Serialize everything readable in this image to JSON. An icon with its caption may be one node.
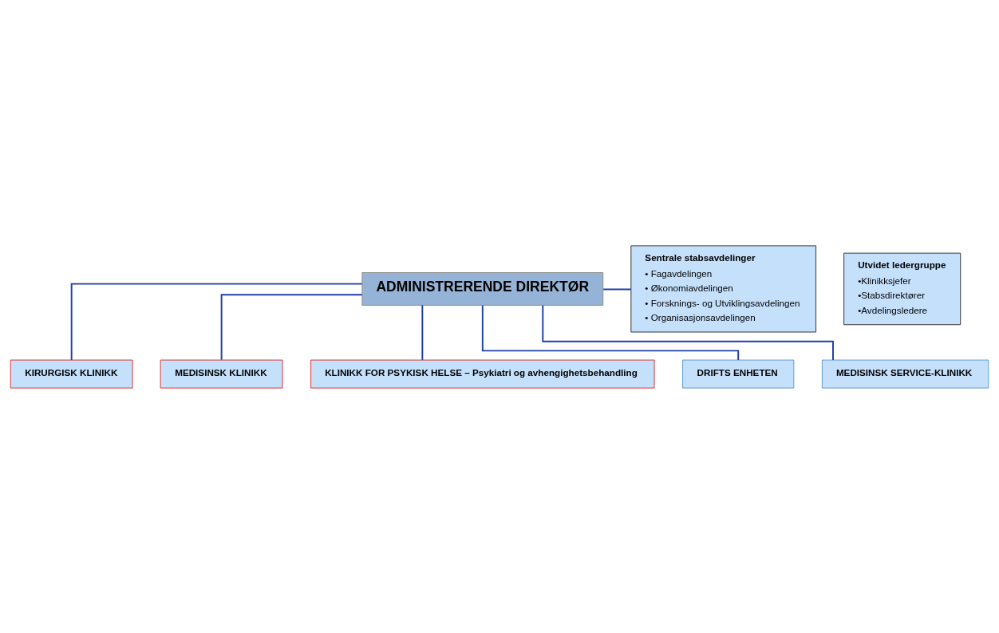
{
  "diagram": {
    "nodes": [
      {
        "text": [
          "ADMINISTRERENDE DIREKTØR"
        ]
      },
      {
        "text": [
          "Utvidet ledergruppe",
          "•Klinikksjefer",
          "•Stabsdirektører",
          "•Avdelingsledere"
        ]
      },
      {
        "text": [
          "Sentrale stabsavdelinger",
          "• Fagavdelingen",
          "• Økonomiavdelingen",
          "• Forsknings- og Utviklingsavdelingen",
          "• Organisasjonsavdelingen"
        ]
      },
      {
        "text": [
          "KIRURGISK KLINIKK"
        ]
      },
      {
        "text": [
          "MEDISINSK KLINIKK"
        ]
      },
      {
        "text": [
          "KLINIKK FOR PSYKISK HELSE – Psykiatri og avhengighetsbehandling"
        ]
      },
      {
        "text": [
          "DRIFTS ENHETEN"
        ]
      },
      {
        "text": [
          "MEDISINSK SERVICE-KLINIKK"
        ]
      }
    ],
    "edges": [
      {
        "from": 0,
        "to": 2,
        "arrow": "none"
      },
      {
        "from": 0,
        "to": 3,
        "arrow": "none"
      },
      {
        "from": 0,
        "to": 4,
        "arrow": "none"
      },
      {
        "from": 0,
        "to": 5,
        "arrow": "none"
      },
      {
        "from": 0,
        "to": 6,
        "arrow": "none"
      },
      {
        "from": 0,
        "to": 7,
        "arrow": "none"
      }
    ]
  }
}
